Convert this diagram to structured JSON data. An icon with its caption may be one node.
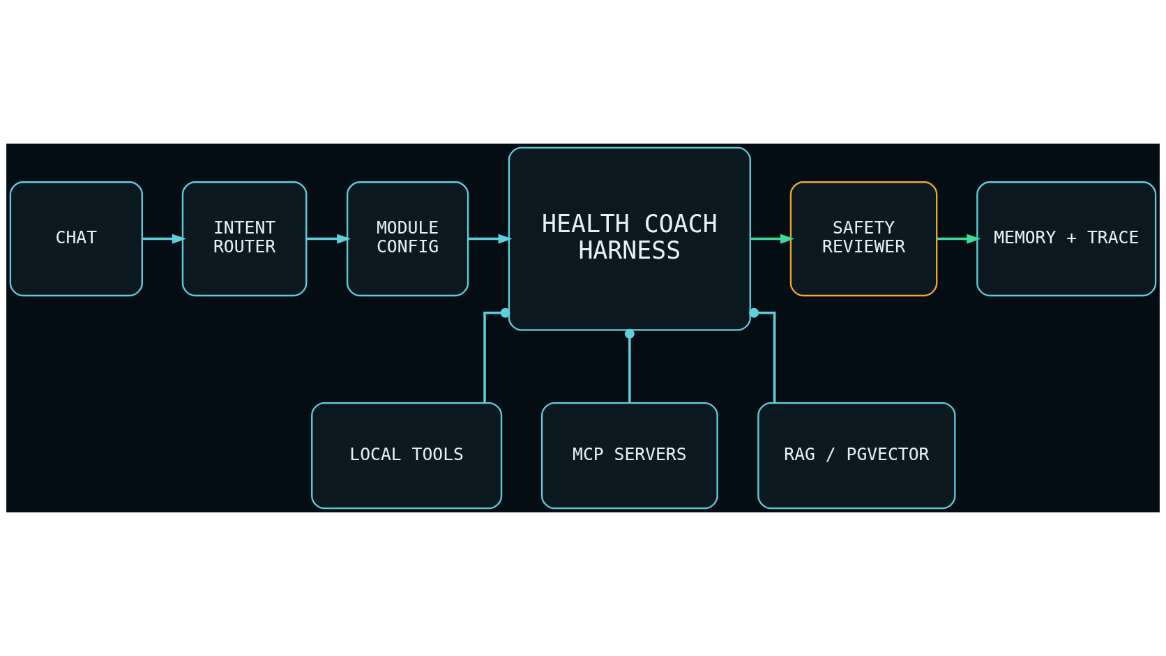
{
  "diagram": {
    "nodes": [
      {
        "text": [
          "CHAT"
        ]
      },
      {
        "text": [
          "INTENT ROUTER"
        ]
      },
      {
        "text": [
          "MODULE CONFIG"
        ]
      },
      {
        "text": [
          "HEALTH COACH HARNESS"
        ]
      },
      {
        "text": [
          "SAFETY REVIEWER"
        ]
      },
      {
        "text": [
          "MEMORY + TRACE"
        ]
      },
      {
        "text": [
          "LOCAL TOOLS"
        ]
      },
      {
        "text": [
          "MCP SERVERS"
        ]
      },
      {
        "text": [
          "RAG / PGVECTOR"
        ]
      }
    ],
    "edges": [
      {
        "from": 0,
        "to": 1,
        "arrow": "to"
      },
      {
        "from": 1,
        "to": 2,
        "arrow": "to"
      },
      {
        "from": 2,
        "to": 3,
        "arrow": "to"
      },
      {
        "from": 3,
        "to": 4,
        "arrow": "to",
        "color": "#3ddc97"
      },
      {
        "from": 4,
        "to": 5,
        "arrow": "to",
        "color": "#3ddc97"
      },
      {
        "from": 3,
        "to": 6,
        "arrow": "other"
      },
      {
        "from": 3,
        "to": 7,
        "arrow": "other"
      },
      {
        "from": 3,
        "to": 8,
        "arrow": "other"
      }
    ]
  }
}
